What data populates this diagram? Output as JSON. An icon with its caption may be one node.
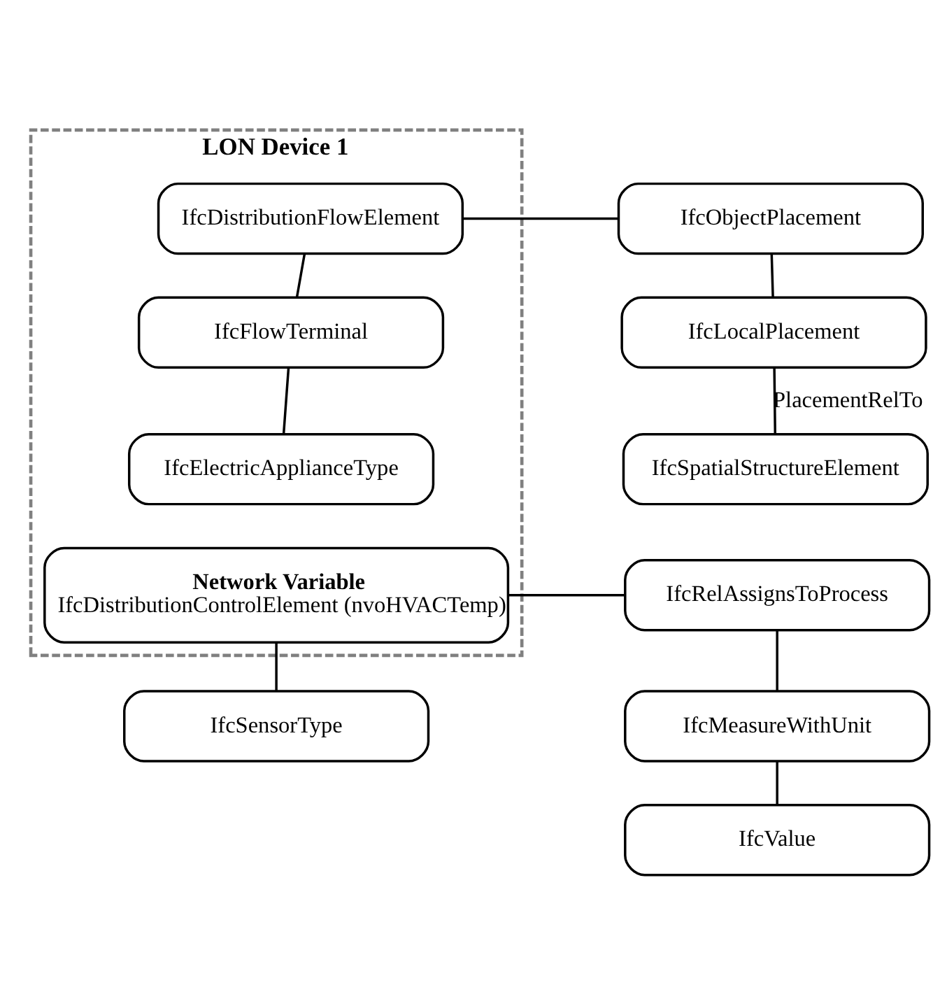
{
  "diagram": {
    "nodes": [
      {
        "text": [
          "LON Device 1"
        ]
      },
      {
        "text": [
          "IfcObjectPlacement"
        ]
      },
      {
        "text": [
          "IfcDistributionFlowElement"
        ],
        "in": 0
      },
      {
        "text": [
          "IfcLocalPlacement"
        ]
      },
      {
        "text": [
          "IfcFlowTerminal"
        ],
        "in": 0
      },
      {
        "text": [
          "IfcSpatialStructureElement"
        ]
      },
      {
        "text": [
          "IfcElectricApplianceType"
        ],
        "in": 0
      },
      {
        "text": [
          "IfcRelAssignsToProcess"
        ]
      },
      {
        "text": [
          "Network Variable",
          "IfcDistributionControlElement (nvoHVACTemp)"
        ],
        "in": 0
      },
      {
        "text": [
          "IfcMeasureWithUnit"
        ]
      },
      {
        "text": [
          "IfcSensorType"
        ]
      },
      {
        "text": [
          "IfcValue"
        ]
      }
    ],
    "edges": [
      {
        "from": 1,
        "to": 2,
        "arrow": "none"
      },
      {
        "from": 2,
        "to": 4,
        "arrow": "none"
      },
      {
        "from": 4,
        "to": 6,
        "arrow": "none"
      },
      {
        "from": 1,
        "to": 3,
        "arrow": "none"
      },
      {
        "from": 3,
        "to": 5,
        "arrow": "none",
        "label": "PlacementRelTo"
      },
      {
        "from": 7,
        "to": 8,
        "arrow": "none"
      },
      {
        "from": 8,
        "to": 10,
        "arrow": "none"
      },
      {
        "from": 7,
        "to": 9,
        "arrow": "none"
      },
      {
        "from": 9,
        "to": 11,
        "arrow": "none"
      }
    ]
  }
}
